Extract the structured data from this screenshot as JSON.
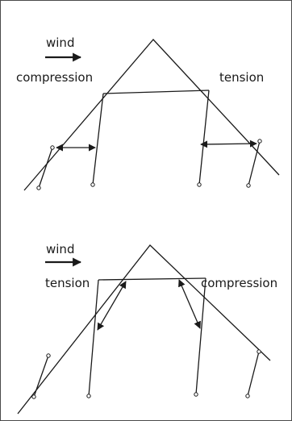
{
  "panels": [
    {
      "wind_label": "wind",
      "left_label": "compression",
      "right_label": "tension"
    },
    {
      "wind_label": "wind",
      "left_label": "tension",
      "right_label": "compression"
    }
  ],
  "colors": {
    "line": "#1a1a1a",
    "frame": "#4a4a4a",
    "background": "#ffffff"
  }
}
